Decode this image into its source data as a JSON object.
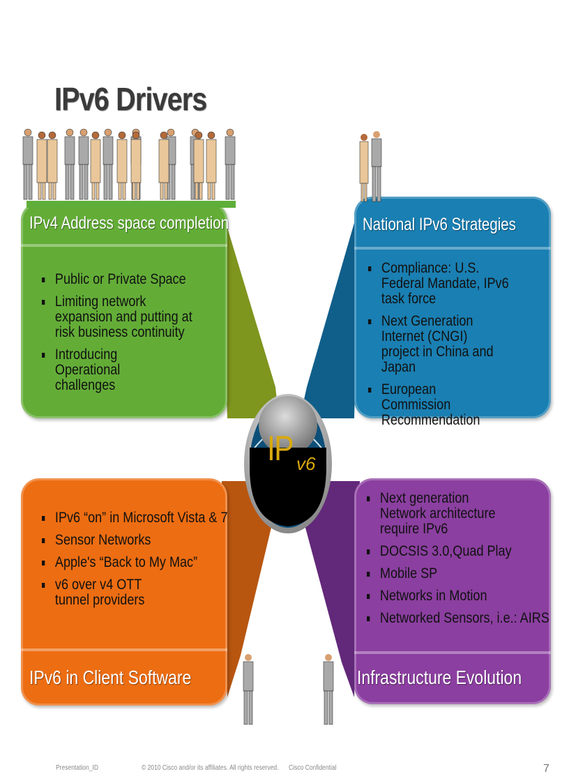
{
  "slide": {
    "title": "IPv6 Drivers"
  },
  "center": {
    "ip": "IP",
    "version": "v6"
  },
  "panels": {
    "top_left": {
      "title": "IPv4 Address space completion",
      "color": "#63ad37",
      "bullets": [
        "Public or Private Space",
        "Limiting network expansion and putting at risk business continuity",
        "Introducing Operational challenges"
      ]
    },
    "top_right": {
      "title": "National IPv6 Strategies",
      "color": "#1a7fb2",
      "bullets": [
        "Compliance: U.S. Federal Mandate, IPv6 task force",
        "Next Generation Internet (CNGI) project in China and Japan",
        "European Commission Recommendation"
      ]
    },
    "bottom_left": {
      "title": "IPv6 in Client Software",
      "color": "#ed6d12",
      "bullets": [
        "IPv6 “on” in Microsoft Vista & 7",
        "Sensor Networks",
        "Apple's “Back to My Mac”",
        "v6 over v4 OTT tunnel providers"
      ]
    },
    "bottom_right": {
      "title": "Infrastructure Evolution",
      "color": "#8b3fa0",
      "bullets": [
        "Next generation Network architecture require IPv6",
        "DOCSIS 3.0,Quad Play",
        "Mobile SP",
        "Networks in Motion",
        "Networked Sensors, i.e.: AIRS"
      ]
    }
  },
  "footer": {
    "presentation_id": "Presentation_ID",
    "copyright": "© 2010 Cisco and/or its affiliates. All rights reserved.",
    "confidential": "Cisco Confidential",
    "page_number": "7"
  }
}
